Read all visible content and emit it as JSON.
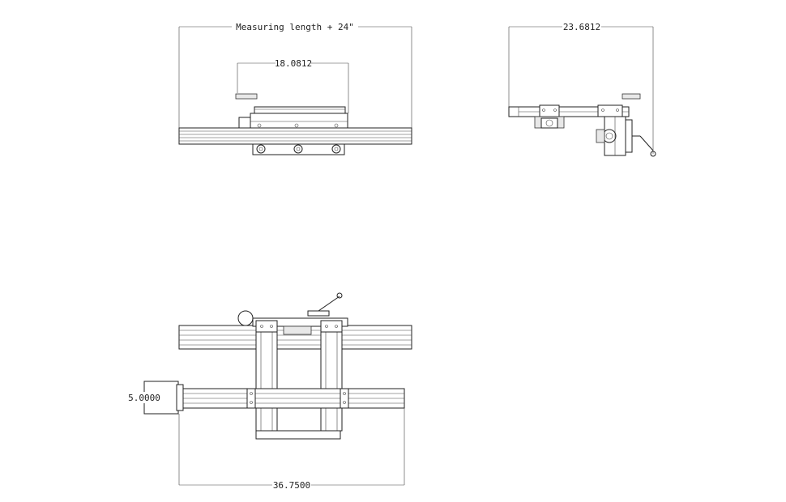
{
  "views": {
    "front": {
      "dimensions": {
        "overall": "Measuring length + 24\"",
        "inner": "18.0812"
      }
    },
    "side": {
      "dimensions": {
        "width": "23.6812"
      }
    },
    "top": {
      "dimensions": {
        "height": "5.0000",
        "length": "36.7500"
      }
    }
  }
}
